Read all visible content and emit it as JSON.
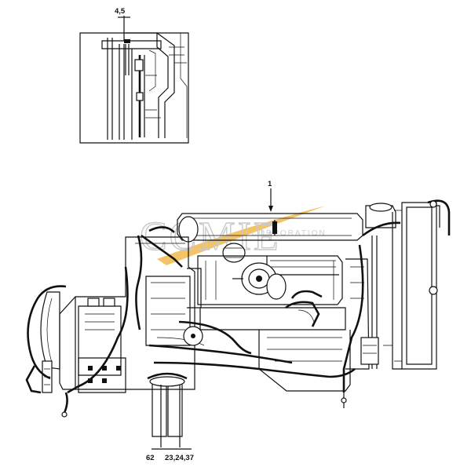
{
  "callouts": {
    "detail_ref": "4,5",
    "main_ref": "1",
    "bottom_left_ref": "62",
    "bottom_right_ref": "23,24,37"
  },
  "watermark": {
    "brand": "CCMIE",
    "sub": "CORPORATION",
    "swoosh_color": "#f2b84b"
  }
}
